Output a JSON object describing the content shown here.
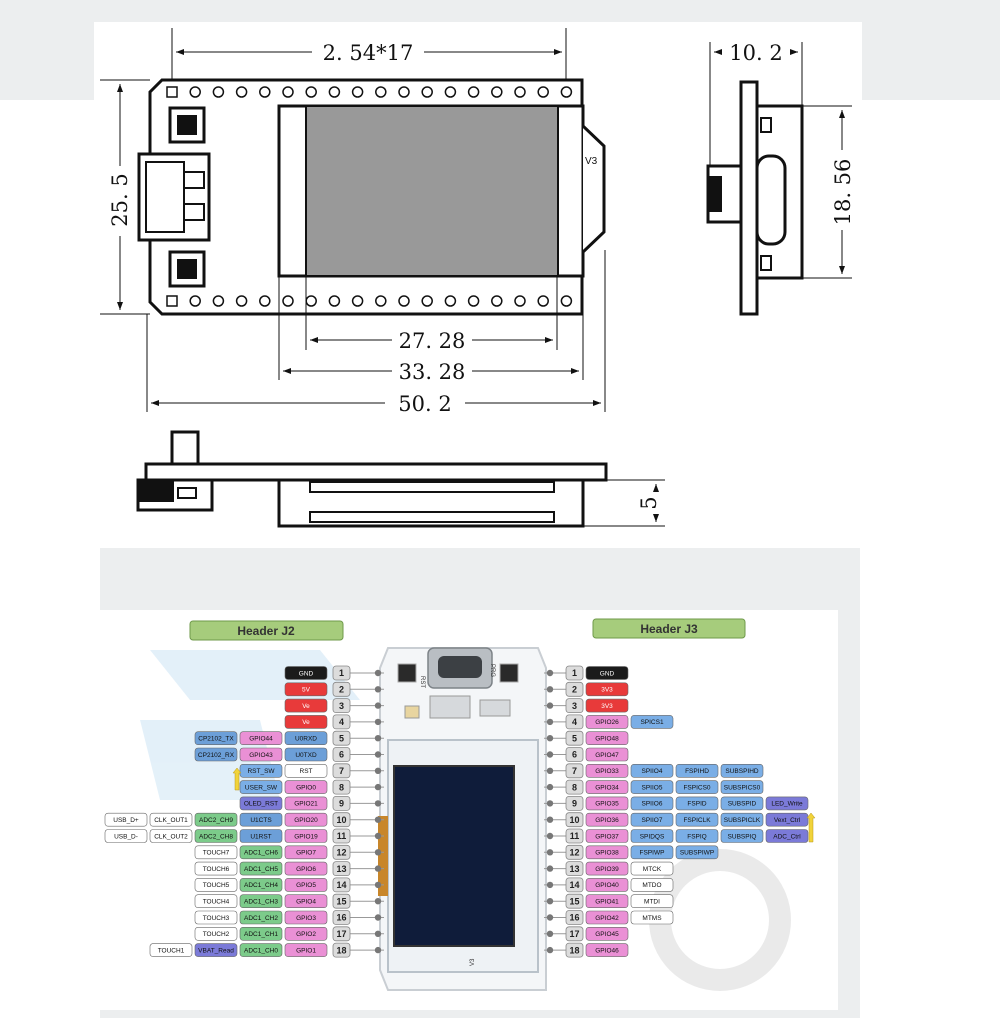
{
  "mechanical": {
    "dims": {
      "pitch_total": "2. 54*17",
      "side_thickness": "10. 2",
      "board_height": "25. 5",
      "side_height": "18. 56",
      "screen_active": "27. 28",
      "screen_outer": "33. 28",
      "board_length": "50. 2",
      "profile_height": "5"
    },
    "silkscreen": "V3"
  },
  "pinout": {
    "header_left": "Header J2",
    "header_right": "Header J3",
    "colors": {
      "power": "#e83a3a",
      "ground": "#1b1b1b",
      "gpio": "#ea90d5",
      "uart": "#6c9fd8",
      "adc": "#7ccb8a",
      "blue_label": "#7aaee6",
      "purple_label": "#7b7ad8",
      "white_label": "#ffffff",
      "header": "#a6cc7c"
    },
    "left_pins": [
      {
        "num": "1",
        "labels": [
          {
            "t": "GND",
            "c": "ground"
          }
        ]
      },
      {
        "num": "2",
        "labels": [
          {
            "t": "5V",
            "c": "power"
          }
        ]
      },
      {
        "num": "3",
        "labels": [
          {
            "t": "Ve",
            "c": "power"
          }
        ]
      },
      {
        "num": "4",
        "labels": [
          {
            "t": "Ve",
            "c": "power"
          }
        ]
      },
      {
        "num": "5",
        "labels": [
          {
            "t": "U0RXD",
            "c": "uart"
          },
          {
            "t": "GPIO44",
            "c": "gpio"
          },
          {
            "t": "CP2102_TX",
            "c": "uart"
          }
        ]
      },
      {
        "num": "6",
        "labels": [
          {
            "t": "U0TXD",
            "c": "uart"
          },
          {
            "t": "GPIO43",
            "c": "gpio"
          },
          {
            "t": "CP2102_RX",
            "c": "uart"
          }
        ]
      },
      {
        "num": "7",
        "labels": [
          {
            "t": "RST",
            "c": "white_label"
          },
          {
            "t": "RST_SW",
            "c": "blue_label"
          }
        ]
      },
      {
        "num": "8",
        "labels": [
          {
            "t": "GPIO0",
            "c": "gpio"
          },
          {
            "t": "USER_SW",
            "c": "blue_label"
          }
        ]
      },
      {
        "num": "9",
        "labels": [
          {
            "t": "GPIO21",
            "c": "gpio"
          },
          {
            "t": "OLED_RST",
            "c": "purple_label"
          }
        ]
      },
      {
        "num": "10",
        "labels": [
          {
            "t": "GPIO20",
            "c": "gpio"
          },
          {
            "t": "U1CTS",
            "c": "uart"
          },
          {
            "t": "ADC2_CH9",
            "c": "adc"
          },
          {
            "t": "CLK_OUT1",
            "c": "white_label"
          },
          {
            "t": "USB_D+",
            "c": "white_label"
          }
        ]
      },
      {
        "num": "11",
        "labels": [
          {
            "t": "GPIO19",
            "c": "gpio"
          },
          {
            "t": "U1RST",
            "c": "uart"
          },
          {
            "t": "ADC2_CH8",
            "c": "adc"
          },
          {
            "t": "CLK_OUT2",
            "c": "white_label"
          },
          {
            "t": "USB_D-",
            "c": "white_label"
          }
        ]
      },
      {
        "num": "12",
        "labels": [
          {
            "t": "GPIO7",
            "c": "gpio"
          },
          {
            "t": "ADC1_CH6",
            "c": "adc"
          },
          {
            "t": "TOUCH7",
            "c": "white_label"
          }
        ]
      },
      {
        "num": "13",
        "labels": [
          {
            "t": "GPIO6",
            "c": "gpio"
          },
          {
            "t": "ADC1_CH5",
            "c": "adc"
          },
          {
            "t": "TOUCH6",
            "c": "white_label"
          }
        ]
      },
      {
        "num": "14",
        "labels": [
          {
            "t": "GPIO5",
            "c": "gpio"
          },
          {
            "t": "ADC1_CH4",
            "c": "adc"
          },
          {
            "t": "TOUCH5",
            "c": "white_label"
          }
        ]
      },
      {
        "num": "15",
        "labels": [
          {
            "t": "GPIO4",
            "c": "gpio"
          },
          {
            "t": "ADC1_CH3",
            "c": "adc"
          },
          {
            "t": "TOUCH4",
            "c": "white_label"
          }
        ]
      },
      {
        "num": "16",
        "labels": [
          {
            "t": "GPIO3",
            "c": "gpio"
          },
          {
            "t": "ADC1_CH2",
            "c": "adc"
          },
          {
            "t": "TOUCH3",
            "c": "white_label"
          }
        ]
      },
      {
        "num": "17",
        "labels": [
          {
            "t": "GPIO2",
            "c": "gpio"
          },
          {
            "t": "ADC1_CH1",
            "c": "adc"
          },
          {
            "t": "TOUCH2",
            "c": "white_label"
          }
        ]
      },
      {
        "num": "18",
        "labels": [
          {
            "t": "GPIO1",
            "c": "gpio"
          },
          {
            "t": "ADC1_CH0",
            "c": "adc"
          },
          {
            "t": "VBAT_Read",
            "c": "purple_label"
          },
          {
            "t": "TOUCH1",
            "c": "white_label"
          }
        ]
      }
    ],
    "right_pins": [
      {
        "num": "1",
        "labels": [
          {
            "t": "GND",
            "c": "ground"
          }
        ]
      },
      {
        "num": "2",
        "labels": [
          {
            "t": "3V3",
            "c": "power"
          }
        ]
      },
      {
        "num": "3",
        "labels": [
          {
            "t": "3V3",
            "c": "power"
          }
        ]
      },
      {
        "num": "4",
        "labels": [
          {
            "t": "GPIO26",
            "c": "gpio"
          },
          {
            "t": "SPICS1",
            "c": "blue_label"
          }
        ]
      },
      {
        "num": "5",
        "labels": [
          {
            "t": "GPIO48",
            "c": "gpio"
          }
        ]
      },
      {
        "num": "6",
        "labels": [
          {
            "t": "GPIO47",
            "c": "gpio"
          }
        ]
      },
      {
        "num": "7",
        "labels": [
          {
            "t": "GPIO33",
            "c": "gpio"
          },
          {
            "t": "SPIIO4",
            "c": "blue_label"
          },
          {
            "t": "FSPIHD",
            "c": "blue_label"
          },
          {
            "t": "SUBSPIHD",
            "c": "blue_label"
          }
        ]
      },
      {
        "num": "8",
        "labels": [
          {
            "t": "GPIO34",
            "c": "gpio"
          },
          {
            "t": "SPIIO5",
            "c": "blue_label"
          },
          {
            "t": "FSPICS0",
            "c": "blue_label"
          },
          {
            "t": "SUBSPICS0",
            "c": "blue_label"
          }
        ]
      },
      {
        "num": "9",
        "labels": [
          {
            "t": "GPIO35",
            "c": "gpio"
          },
          {
            "t": "SPIIO6",
            "c": "blue_label"
          },
          {
            "t": "FSPID",
            "c": "blue_label"
          },
          {
            "t": "SUBSPID",
            "c": "blue_label"
          },
          {
            "t": "LED_Write",
            "c": "purple_label"
          }
        ]
      },
      {
        "num": "10",
        "labels": [
          {
            "t": "GPIO36",
            "c": "gpio"
          },
          {
            "t": "SPIIO7",
            "c": "blue_label"
          },
          {
            "t": "FSPICLK",
            "c": "blue_label"
          },
          {
            "t": "SUBSPICLK",
            "c": "blue_label"
          },
          {
            "t": "Vext_Ctrl",
            "c": "purple_label"
          }
        ]
      },
      {
        "num": "11",
        "labels": [
          {
            "t": "GPIO37",
            "c": "gpio"
          },
          {
            "t": "SPIDQS",
            "c": "blue_label"
          },
          {
            "t": "FSPIQ",
            "c": "blue_label"
          },
          {
            "t": "SUBSPIQ",
            "c": "blue_label"
          },
          {
            "t": "ADC_Ctrl",
            "c": "purple_label"
          }
        ]
      },
      {
        "num": "12",
        "labels": [
          {
            "t": "GPIO38",
            "c": "gpio"
          },
          {
            "t": "FSPIWP",
            "c": "blue_label"
          },
          {
            "t": "SUBSPIWP",
            "c": "blue_label"
          }
        ]
      },
      {
        "num": "13",
        "labels": [
          {
            "t": "GPIO39",
            "c": "gpio"
          },
          {
            "t": "MTCK",
            "c": "white_label"
          }
        ]
      },
      {
        "num": "14",
        "labels": [
          {
            "t": "GPIO40",
            "c": "gpio"
          },
          {
            "t": "MTDO",
            "c": "white_label"
          }
        ]
      },
      {
        "num": "15",
        "labels": [
          {
            "t": "GPIO41",
            "c": "gpio"
          },
          {
            "t": "MTDI",
            "c": "white_label"
          }
        ]
      },
      {
        "num": "16",
        "labels": [
          {
            "t": "GPIO42",
            "c": "gpio"
          },
          {
            "t": "MTMS",
            "c": "white_label"
          }
        ]
      },
      {
        "num": "17",
        "labels": [
          {
            "t": "GPIO45",
            "c": "gpio"
          }
        ]
      },
      {
        "num": "18",
        "labels": [
          {
            "t": "GPIO46",
            "c": "gpio"
          }
        ]
      }
    ],
    "board_labels": {
      "rst_button": "RST",
      "prg_button": "PRG",
      "silkscreen": "V3"
    }
  }
}
